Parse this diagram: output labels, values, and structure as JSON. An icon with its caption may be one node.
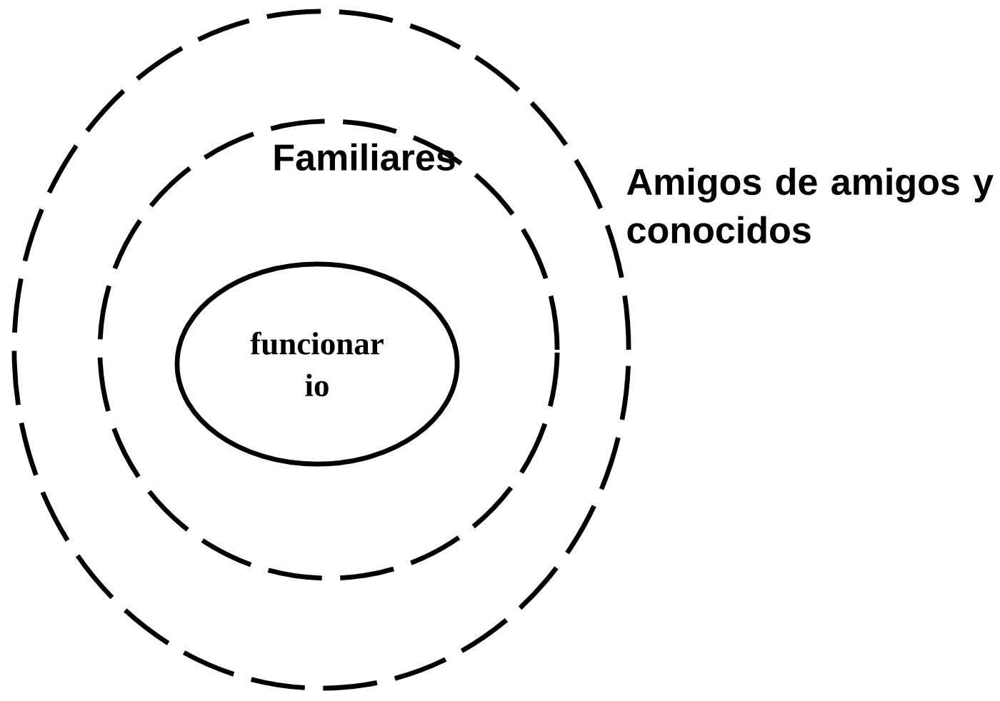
{
  "diagram": {
    "nodes": [
      {
        "text": [
          "Amigos de amigos y conocidos"
        ]
      },
      {
        "text": [
          "Familiares"
        ],
        "in": 0
      },
      {
        "text": [
          "funcionar io"
        ],
        "in": 1
      }
    ]
  }
}
